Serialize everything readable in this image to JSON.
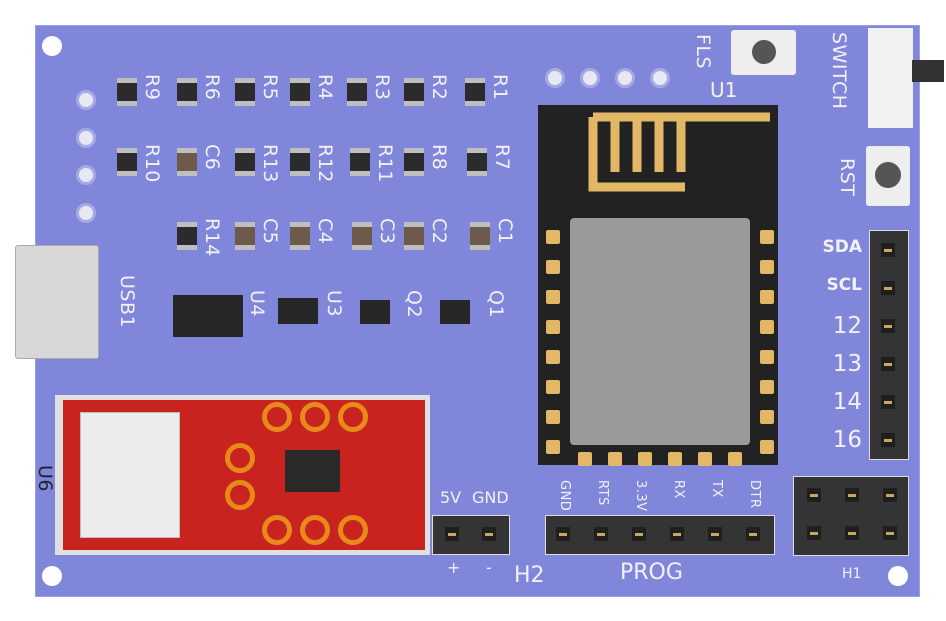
{
  "board": {
    "color": "#8087db",
    "module_red": "#c8231e",
    "esp_pcb": "#222222"
  },
  "parts": [
    "R9",
    "R6",
    "R5",
    "R4",
    "R3",
    "R2",
    "R1",
    "R10",
    "C6",
    "R13",
    "R12",
    "R11",
    "R8",
    "R7",
    "R14",
    "C5",
    "C4",
    "C3",
    "C2",
    "C1"
  ],
  "ics": {
    "u4": "U4",
    "u3": "U3",
    "q2": "Q2",
    "q1": "Q1",
    "u6": "U6",
    "usb": "USB1",
    "u1": "U1"
  },
  "buttons": {
    "fls": "FLS",
    "rst": "RST",
    "switch": "SWITCH"
  },
  "right_header": [
    "SDA",
    "SCL",
    "12",
    "13",
    "14",
    "16"
  ],
  "h2": {
    "label": "H2",
    "pins": [
      "5V",
      "GND"
    ],
    "polarity": [
      "+",
      "-"
    ]
  },
  "prog": {
    "label": "PROG",
    "pins": [
      "GND",
      "RTS",
      "3.3V",
      "RX",
      "TX",
      "DTR"
    ]
  },
  "h1": {
    "label": "H1"
  }
}
